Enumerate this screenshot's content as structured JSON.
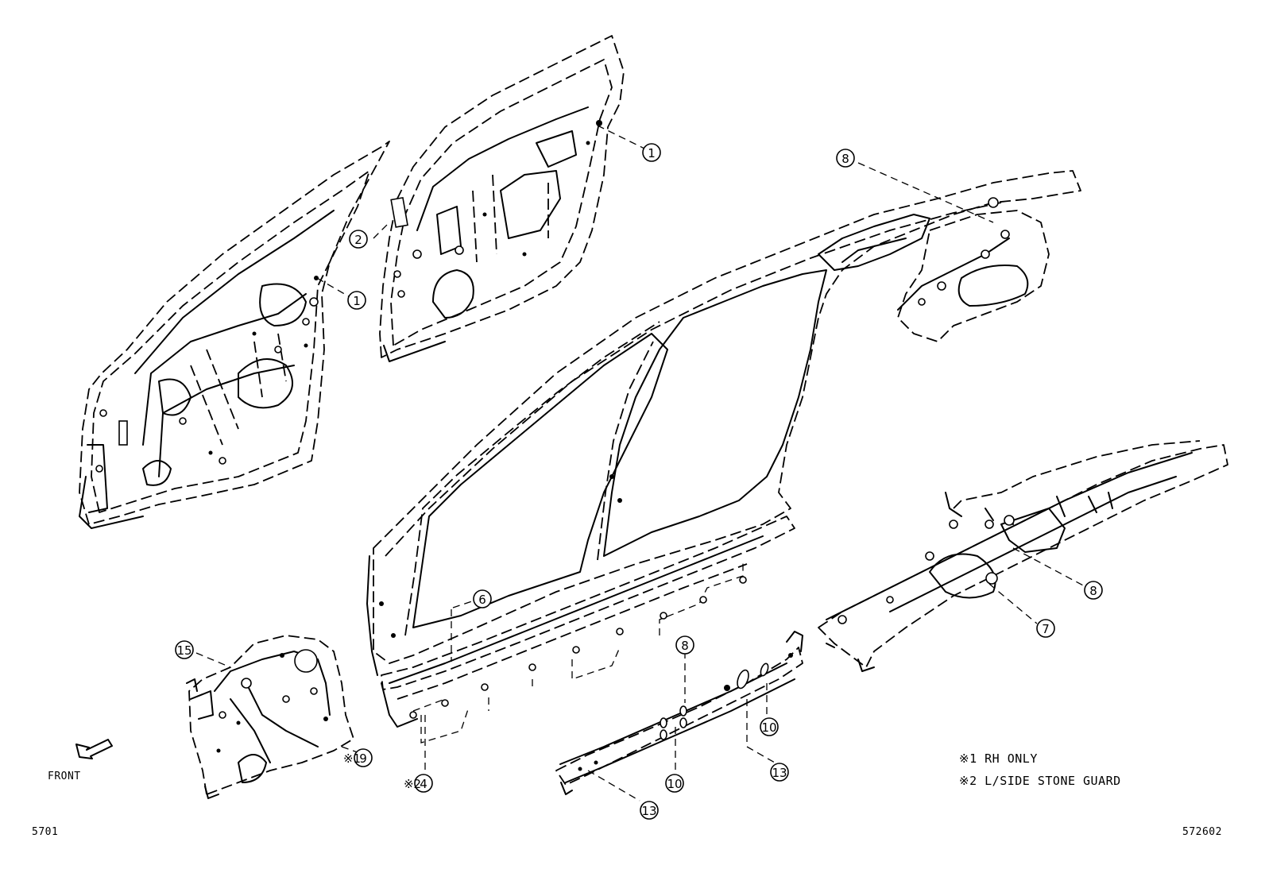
{
  "diagram": {
    "callouts": [
      {
        "id": "c-1a",
        "num": "1",
        "prefix": ""
      },
      {
        "id": "c-1b",
        "num": "1",
        "prefix": ""
      },
      {
        "id": "c-2",
        "num": "2",
        "prefix": ""
      },
      {
        "id": "c-4",
        "num": "4",
        "prefix": "※2"
      },
      {
        "id": "c-6",
        "num": "6",
        "prefix": ""
      },
      {
        "id": "c-7",
        "num": "7",
        "prefix": ""
      },
      {
        "id": "c-8a",
        "num": "8",
        "prefix": ""
      },
      {
        "id": "c-8b",
        "num": "8",
        "prefix": ""
      },
      {
        "id": "c-8c",
        "num": "8",
        "prefix": ""
      },
      {
        "id": "c-9",
        "num": "9",
        "prefix": "※1"
      },
      {
        "id": "c-10a",
        "num": "10",
        "prefix": ""
      },
      {
        "id": "c-10b",
        "num": "10",
        "prefix": ""
      },
      {
        "id": "c-13a",
        "num": "13",
        "prefix": ""
      },
      {
        "id": "c-13b",
        "num": "13",
        "prefix": ""
      },
      {
        "id": "c-15",
        "num": "15",
        "prefix": ""
      }
    ],
    "notes": {
      "note1": "※1 RH ONLY",
      "note2": "※2 L/SIDE STONE GUARD"
    },
    "front_label": "FRONT",
    "page_code_left": "5701",
    "page_code_right": "572602"
  }
}
